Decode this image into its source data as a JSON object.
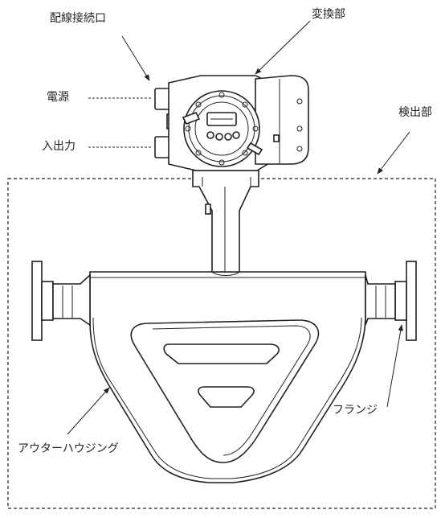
{
  "labels": {
    "wiring_port": "配線接続口",
    "converter": "変換部",
    "power": "電源",
    "io": "入出力",
    "detector": "検出部",
    "flange": "フランジ",
    "outer_housing": "アウターハウジング"
  },
  "colors": {
    "line": "#231f20",
    "background": "#ffffff"
  }
}
